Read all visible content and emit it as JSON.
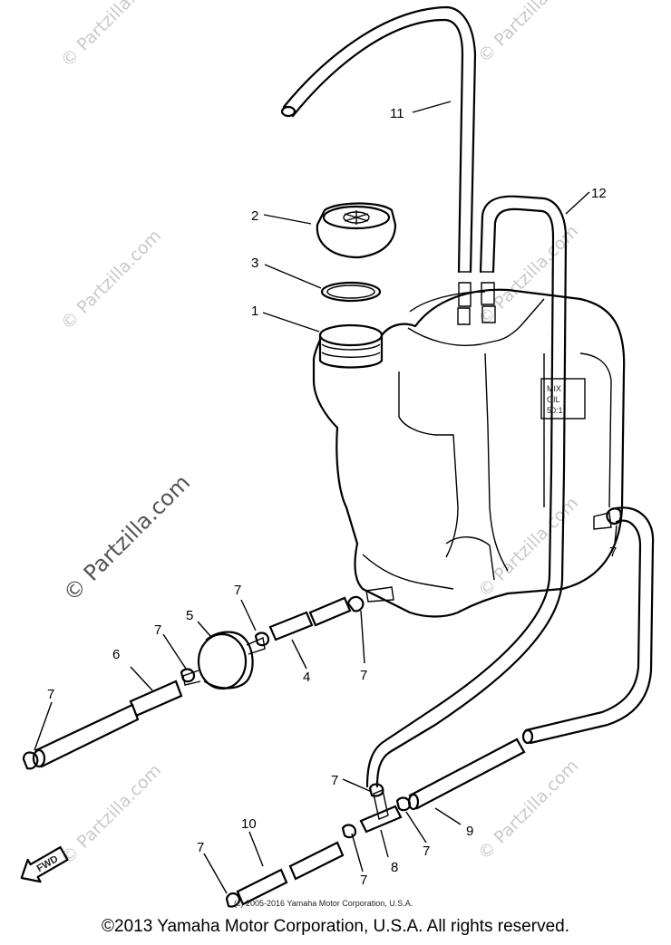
{
  "watermark": {
    "text": "© Partzilla.com"
  },
  "labels": {
    "p1": "1",
    "p2": "2",
    "p3": "3",
    "p4": "4",
    "p5": "5",
    "p6": "6",
    "p8": "8",
    "p9": "9",
    "p10": "10",
    "p11": "11",
    "p12": "12",
    "p7": "7"
  },
  "tank_label": {
    "l1": "MIX",
    "l2": "OIL",
    "l3": "50:1"
  },
  "fwd": "FWD",
  "inner_copyright": "(c) 2005-2016 Yamaha Motor Corporation, U.S.A.",
  "footer": "©2013 Yamaha Motor Corporation, U.S.A. All rights reserved."
}
